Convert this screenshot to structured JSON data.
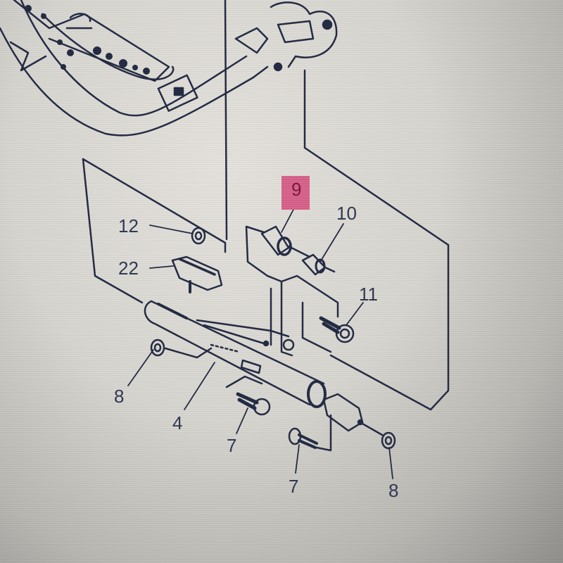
{
  "diagram": {
    "type": "exploded-parts-diagram",
    "colors": {
      "line": "#1f2740",
      "highlight": "#d8608a",
      "background": "#dcdad4"
    },
    "callouts": [
      {
        "id": "c9",
        "label": "9",
        "highlighted": true
      },
      {
        "id": "c10",
        "label": "10"
      },
      {
        "id": "c11",
        "label": "11"
      },
      {
        "id": "c12",
        "label": "12"
      },
      {
        "id": "c22",
        "label": "22"
      },
      {
        "id": "c8a",
        "label": "8"
      },
      {
        "id": "c4",
        "label": "4"
      },
      {
        "id": "c7a",
        "label": "7"
      },
      {
        "id": "c7b",
        "label": "7"
      },
      {
        "id": "c8b",
        "label": "8"
      }
    ],
    "parts": [
      {
        "name": "frame-arm"
      },
      {
        "name": "bracket-assembly"
      },
      {
        "name": "collar",
        "callout": "9"
      },
      {
        "name": "bushing",
        "callout": "10"
      },
      {
        "name": "bolt",
        "callout": "11"
      },
      {
        "name": "washer",
        "callout": "12"
      },
      {
        "name": "clip",
        "callout": "22"
      },
      {
        "name": "washer",
        "callout": "8"
      },
      {
        "name": "shaft",
        "callout": "4"
      },
      {
        "name": "bolt",
        "callout": "7"
      },
      {
        "name": "bolt",
        "callout": "7"
      },
      {
        "name": "nut",
        "callout": "8"
      }
    ]
  }
}
